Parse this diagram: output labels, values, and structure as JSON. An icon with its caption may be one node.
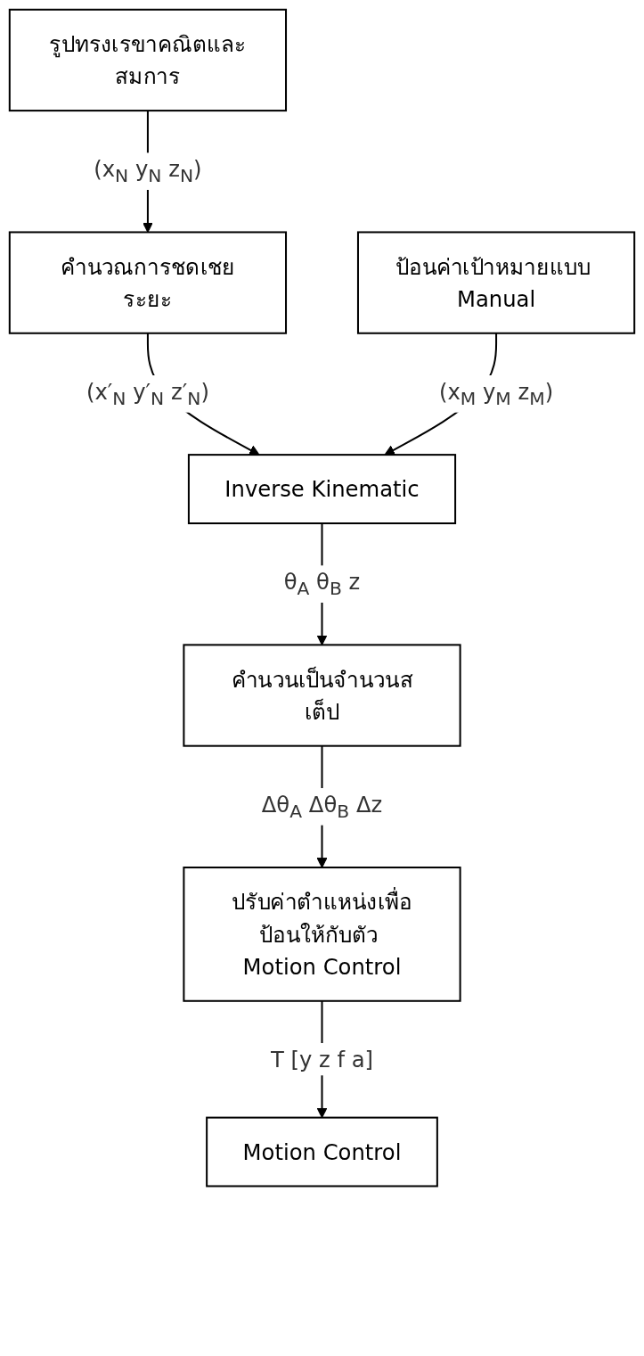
{
  "diagram": {
    "nodes": [
      {
        "text": [
          "รูปทรงเรขาคณิตและสมการ"
        ]
      },
      {
        "text": [
          "คำนวณการชดเชยระยะ"
        ]
      },
      {
        "text": [
          "Inverse Kinematic"
        ]
      },
      {
        "text": [
          "ป้อนค่าเป้าหมายแบบ Manual"
        ]
      },
      {
        "text": [
          "คำนวนเป็นจำนวนสเต็ป"
        ]
      },
      {
        "text": [
          "ปรับค่าตำแหน่งเพื่อป้อนให้กับตัว Motion Control"
        ]
      },
      {
        "text": [
          "Motion Control"
        ]
      }
    ],
    "edges": [
      {
        "from": 0,
        "to": 1,
        "arrow": "to",
        "label": "(x$_{N}$ y$_{N}$ z$_{N}$)"
      },
      {
        "from": 1,
        "to": 2,
        "arrow": "to",
        "label": "(x′$_{N}$ y′$_{N}$ z′$_{N}$)"
      },
      {
        "from": 3,
        "to": 2,
        "arrow": "to",
        "label": "(x$_{M}$ y$_{M}$ z$_{M}$)"
      },
      {
        "from": 2,
        "to": 4,
        "arrow": "to",
        "label": "θ$_{A}$ θ$_{B}$ z"
      },
      {
        "from": 4,
        "to": 5,
        "arrow": "to",
        "label": "Δθ$_{A}$ Δθ$_{B}$ Δz"
      },
      {
        "from": 5,
        "to": 6,
        "arrow": "to",
        "label": "T [y z f a]"
      }
    ]
  }
}
